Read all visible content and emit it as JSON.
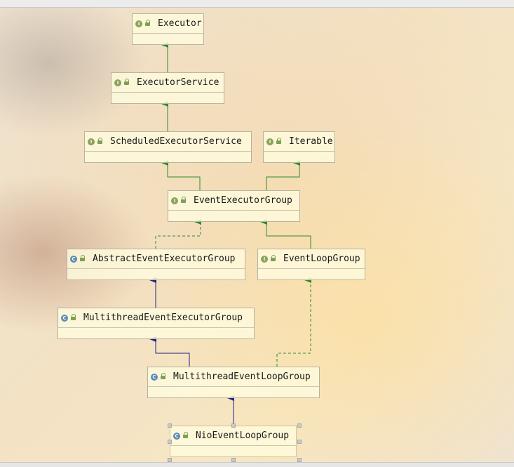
{
  "diagram": {
    "colors": {
      "extends": "#2e8b2e",
      "implements": "#2e8b2e",
      "class_extends": "#1e1e8c"
    },
    "nodes": [
      {
        "id": "executor",
        "kind": "interface",
        "kind_letter": "I",
        "name": "Executor"
      },
      {
        "id": "executor-service",
        "kind": "interface",
        "kind_letter": "I",
        "name": "ExecutorService"
      },
      {
        "id": "scheduled-executor-service",
        "kind": "interface",
        "kind_letter": "I",
        "name": "ScheduledExecutorService"
      },
      {
        "id": "iterable",
        "kind": "interface",
        "kind_letter": "I",
        "name": "Iterable"
      },
      {
        "id": "event-executor-group",
        "kind": "interface",
        "kind_letter": "I",
        "name": "EventExecutorGroup"
      },
      {
        "id": "abstract-event-executor-group",
        "kind": "class",
        "kind_letter": "C",
        "name": "AbstractEventExecutorGroup"
      },
      {
        "id": "event-loop-group",
        "kind": "interface",
        "kind_letter": "I",
        "name": "EventLoopGroup"
      },
      {
        "id": "multithread-event-executor-group",
        "kind": "class",
        "kind_letter": "C",
        "name": "MultithreadEventExecutorGroup"
      },
      {
        "id": "multithread-event-loop-group",
        "kind": "class",
        "kind_letter": "C",
        "name": "MultithreadEventLoopGroup"
      },
      {
        "id": "nio-event-loop-group",
        "kind": "class",
        "kind_letter": "C",
        "name": "NioEventLoopGroup",
        "selected": true
      }
    ],
    "edges": [
      {
        "from": "executor-service",
        "to": "executor",
        "type": "extends"
      },
      {
        "from": "scheduled-executor-service",
        "to": "executor-service",
        "type": "extends"
      },
      {
        "from": "event-executor-group",
        "to": "scheduled-executor-service",
        "type": "extends"
      },
      {
        "from": "event-executor-group",
        "to": "iterable",
        "type": "extends"
      },
      {
        "from": "abstract-event-executor-group",
        "to": "event-executor-group",
        "type": "implements"
      },
      {
        "from": "event-loop-group",
        "to": "event-executor-group",
        "type": "extends"
      },
      {
        "from": "multithread-event-executor-group",
        "to": "abstract-event-executor-group",
        "type": "class_extends"
      },
      {
        "from": "multithread-event-loop-group",
        "to": "multithread-event-executor-group",
        "type": "class_extends"
      },
      {
        "from": "multithread-event-loop-group",
        "to": "event-loop-group",
        "type": "implements"
      },
      {
        "from": "nio-event-loop-group",
        "to": "multithread-event-loop-group",
        "type": "class_extends"
      }
    ]
  }
}
